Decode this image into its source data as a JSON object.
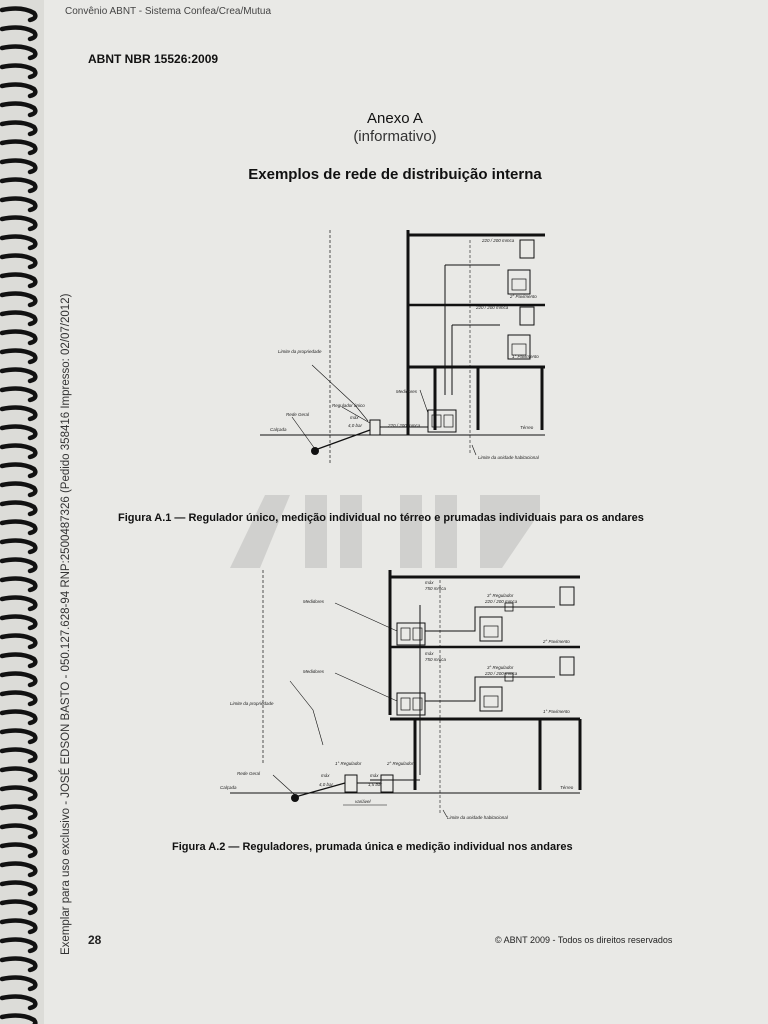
{
  "sidebar_text": "Exemplar para uso exclusivo - JOSÉ EDSON BASTO - 050.127.628-94 RNP:2500487326 (Pedido 358416 Impresso: 02/07/2012)",
  "header": {
    "convenio": "Convênio ABNT - Sistema Confea/Crea/Mutua",
    "standard": "ABNT NBR 15526:2009"
  },
  "annex": {
    "title": "Anexo A",
    "subtitle": "(informativo)",
    "section_title": "Exemplos de rede de distribuição interna"
  },
  "figure1": {
    "caption": "Figura A.1 — Regulador único, medição individual no térreo e prumadas individuais para os andares",
    "labels": {
      "pressure_top": "220 / 200 mmca",
      "floor2": "2° Pavimento",
      "pressure_mid": "220 / 200 mmca",
      "floor1": "1° Pavimento",
      "property_limit": "Limite da propriedade",
      "meters": "Medidores",
      "regulator": "Regulador único",
      "street_network": "Rede Geral",
      "max": "máx",
      "max_pressure": "4,0 bar",
      "pressure_low": "220 / 200 mmca",
      "sidewalk": "Calçada",
      "ground": "Térreo",
      "unit_limit": "Limite da unidade habitacional"
    }
  },
  "figure2": {
    "caption": "Figura A.2 — Reguladores, prumada única e medição individual nos andares",
    "labels": {
      "max_top": "máx",
      "max_top_val": "750 mmca",
      "reg3_top": "3° Regulador",
      "pressure_top": "220 / 200 mmca",
      "meters_top": "Medidores",
      "floor2": "2° Pavimento",
      "max_mid": "máx",
      "max_mid_val": "750 mmca",
      "reg3_mid": "3° Regulador",
      "pressure_mid": "220 / 200 mmca",
      "meters_mid": "Medidores",
      "floor1": "1° Pavimento",
      "property_limit": "Limite da propriedade",
      "reg1": "1° Regulador",
      "reg2": "2° Regulador",
      "street_network": "Rede Geral",
      "max1": "máx",
      "max1_val": "4,0 bar",
      "max2": "máx",
      "max2_val": "1,5 bar",
      "sidewalk": "Calçada",
      "variable": "variável",
      "ground": "Térreo",
      "unit_limit": "Limite da unidade habitacional"
    }
  },
  "footer": {
    "page_number": "28",
    "copyright": "© ABNT 2009 - Todos os direitos reservados"
  }
}
